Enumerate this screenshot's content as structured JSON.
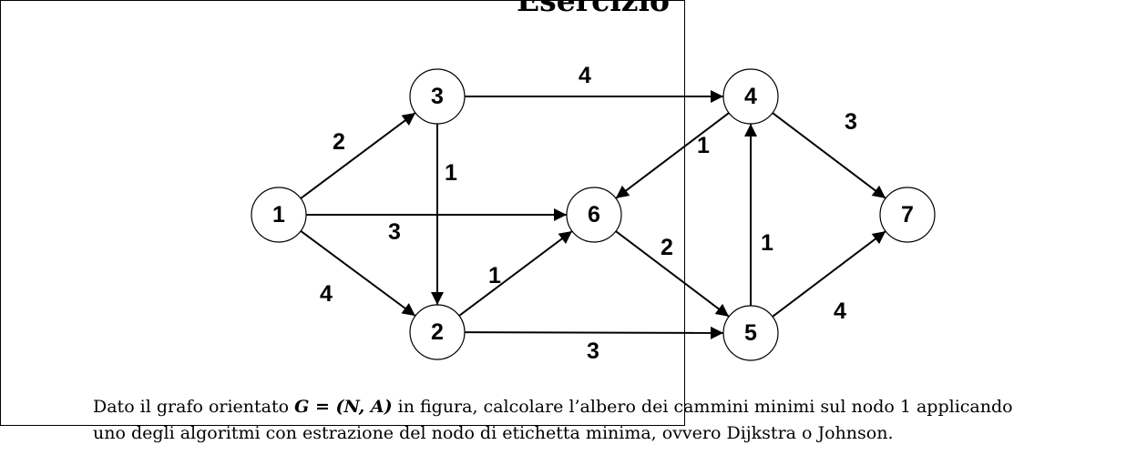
{
  "title": "Esercizio",
  "graph": {
    "nodes": [
      {
        "id": "1"
      },
      {
        "id": "2"
      },
      {
        "id": "3"
      },
      {
        "id": "4"
      },
      {
        "id": "5"
      },
      {
        "id": "6"
      },
      {
        "id": "7"
      }
    ],
    "edges": [
      {
        "from": "1",
        "to": "3",
        "weight": "2"
      },
      {
        "from": "1",
        "to": "6",
        "weight": "3"
      },
      {
        "from": "1",
        "to": "2",
        "weight": "4"
      },
      {
        "from": "3",
        "to": "4",
        "weight": "4"
      },
      {
        "from": "3",
        "to": "2",
        "weight": "1"
      },
      {
        "from": "2",
        "to": "6",
        "weight": "1"
      },
      {
        "from": "2",
        "to": "5",
        "weight": "3"
      },
      {
        "from": "4",
        "to": "6",
        "weight": "1"
      },
      {
        "from": "4",
        "to": "7",
        "weight": "3"
      },
      {
        "from": "6",
        "to": "5",
        "weight": "2"
      },
      {
        "from": "5",
        "to": "4",
        "weight": "1"
      },
      {
        "from": "5",
        "to": "7",
        "weight": "4"
      }
    ]
  },
  "text": {
    "line1_prefix": "Dato il grafo orientato ",
    "math": "G = (N, A)",
    "line1_suffix": " in figura, calcolare l’albero dei cammini minimi sul nodo 1 applicando",
    "line2": "uno degli algoritmi con estrazione del nodo di etichetta minima, ovvero Dijkstra o Johnson."
  }
}
